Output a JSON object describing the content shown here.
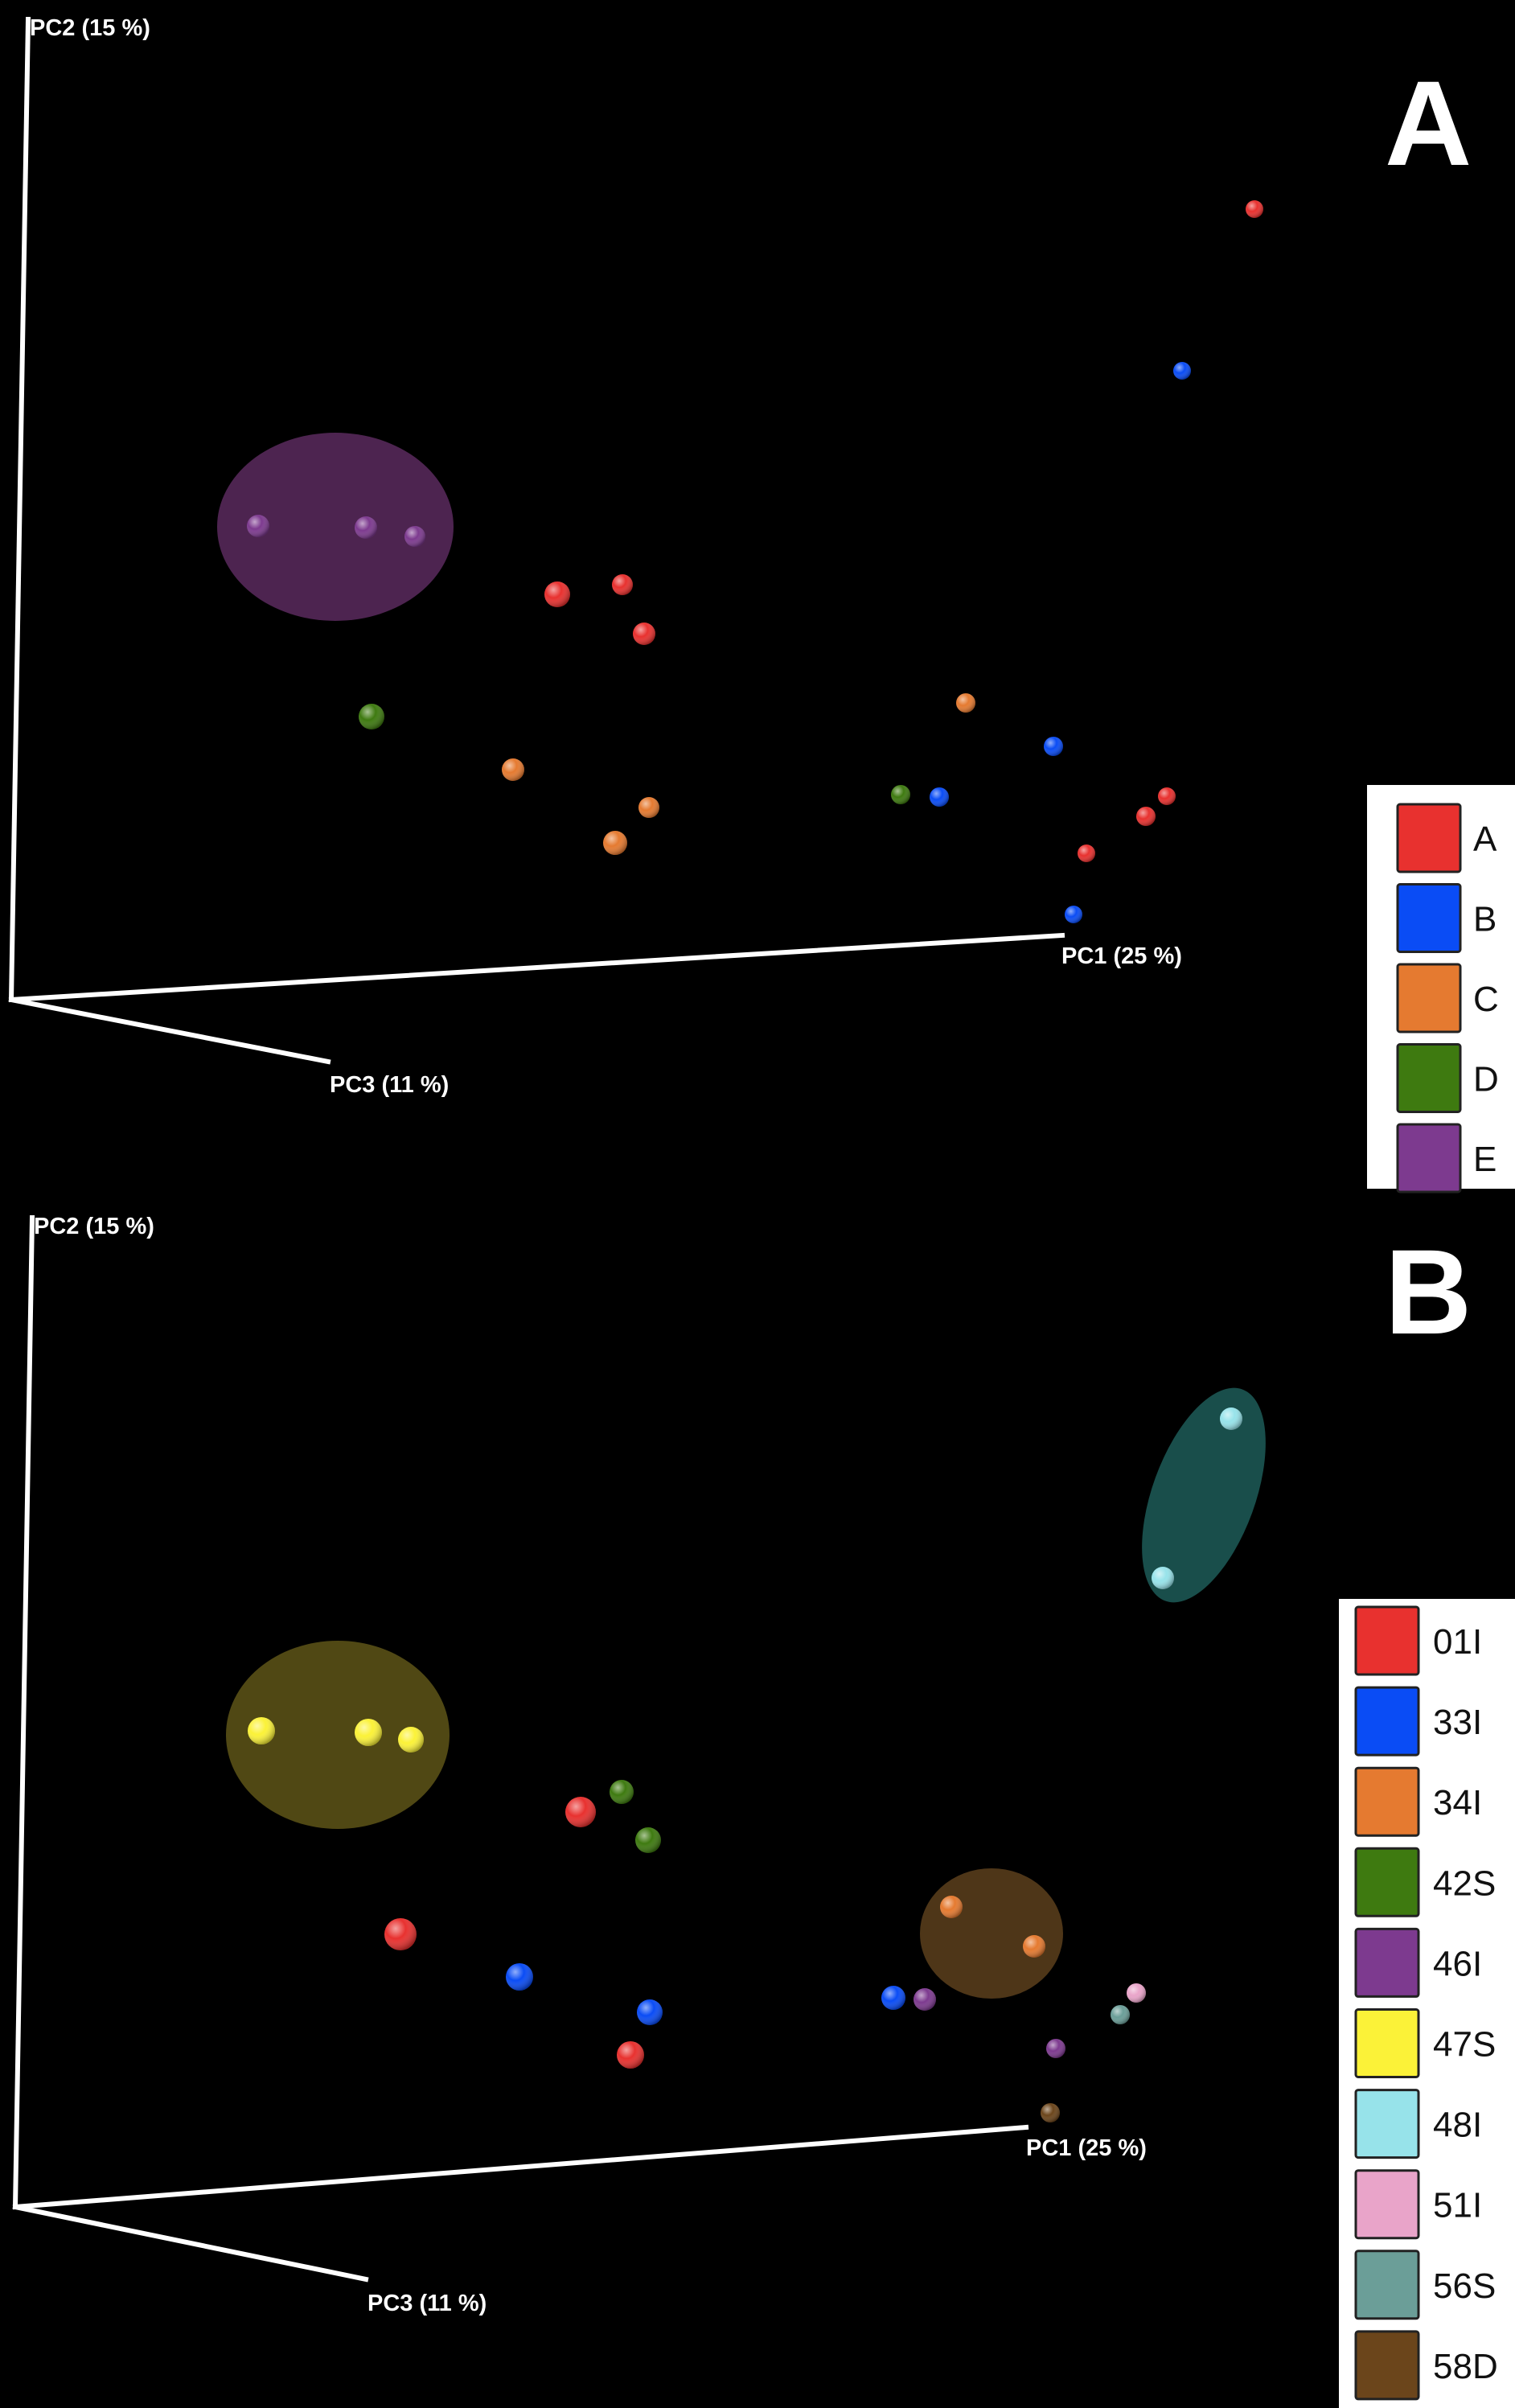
{
  "chart_data": [
    {
      "type": "scatter",
      "panel_label": "A",
      "x_axis_label": "PC1 (25 %)",
      "y_axis_label": "PC2 (15 %)",
      "z_axis_label": "PC3 (11 %)",
      "legend": [
        {
          "label": "A",
          "color": "#e8312f"
        },
        {
          "label": "B",
          "color": "#0a4cf5"
        },
        {
          "label": "C",
          "color": "#e57a30"
        },
        {
          "label": "D",
          "color": "#3e7a10"
        },
        {
          "label": "E",
          "color": "#7d3a8f"
        }
      ],
      "highlights": [
        {
          "group": "E",
          "color": "#5a2a5e"
        }
      ],
      "points": [
        {
          "group": "A"
        },
        {
          "group": "B"
        },
        {
          "group": "E"
        },
        {
          "group": "E"
        },
        {
          "group": "E"
        },
        {
          "group": "A"
        },
        {
          "group": "A"
        },
        {
          "group": "A"
        },
        {
          "group": "D"
        },
        {
          "group": "C"
        },
        {
          "group": "C"
        },
        {
          "group": "C"
        },
        {
          "group": "C"
        },
        {
          "group": "B"
        },
        {
          "group": "D"
        },
        {
          "group": "B"
        },
        {
          "group": "A"
        },
        {
          "group": "A"
        },
        {
          "group": "A"
        },
        {
          "group": "B"
        }
      ]
    },
    {
      "type": "scatter",
      "panel_label": "B",
      "x_axis_label": "PC1 (25 %)",
      "y_axis_label": "PC2 (15 %)",
      "z_axis_label": "PC3 (11 %)",
      "legend": [
        {
          "label": "01I",
          "color": "#e8312f"
        },
        {
          "label": "33I",
          "color": "#0a4cf5"
        },
        {
          "label": "34I",
          "color": "#e57a30"
        },
        {
          "label": "42S",
          "color": "#3e7a10"
        },
        {
          "label": "46I",
          "color": "#7d3a8f"
        },
        {
          "label": "47S",
          "color": "#fbf238"
        },
        {
          "label": "48I",
          "color": "#97e3ea"
        },
        {
          "label": "51I",
          "color": "#e9a4c9"
        },
        {
          "label": "56S",
          "color": "#6b9e98"
        },
        {
          "label": "58D",
          "color": "#6b451b"
        }
      ],
      "highlights": [
        {
          "group": "48I",
          "color": "#1d5c58"
        },
        {
          "group": "47S",
          "color": "#5e5518"
        },
        {
          "group": "34I",
          "color": "#5c3f1c"
        }
      ],
      "points": [
        {
          "group": "48I"
        },
        {
          "group": "48I"
        },
        {
          "group": "47S"
        },
        {
          "group": "47S"
        },
        {
          "group": "47S"
        },
        {
          "group": "01I"
        },
        {
          "group": "42S"
        },
        {
          "group": "42S"
        },
        {
          "group": "01I"
        },
        {
          "group": "33I"
        },
        {
          "group": "33I"
        },
        {
          "group": "01I"
        },
        {
          "group": "34I"
        },
        {
          "group": "34I"
        },
        {
          "group": "33I"
        },
        {
          "group": "46I"
        },
        {
          "group": "51I"
        },
        {
          "group": "56S"
        },
        {
          "group": "46I"
        },
        {
          "group": "58D"
        }
      ]
    }
  ]
}
